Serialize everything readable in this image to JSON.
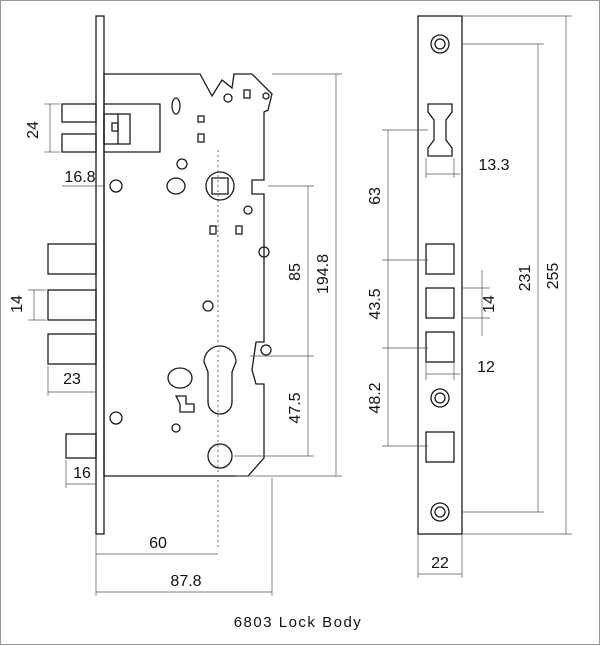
{
  "caption": "6803 Lock Body",
  "dimensions": {
    "d24": "24",
    "d16_8": "16.8",
    "d14_left": "14",
    "d23": "23",
    "d16": "16",
    "d60": "60",
    "d87_8": "87.8",
    "d85": "85",
    "d194_8": "194.8",
    "d47_5": "47.5",
    "d63": "63",
    "d43_5": "43.5",
    "d48_2": "48.2",
    "d13_3": "13.3",
    "d14_right": "14",
    "d12": "12",
    "d231": "231",
    "d255": "255",
    "d22": "22"
  }
}
